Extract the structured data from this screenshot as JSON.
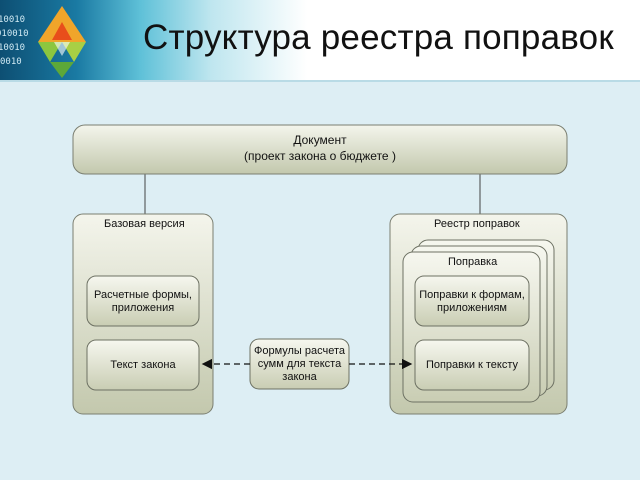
{
  "title": "Структура реестра поправок",
  "diagram": {
    "document_line1": "Документ",
    "document_line2": "(проект закона о бюджете )",
    "base_version": "Базовая версия",
    "calc_forms_line1": "Расчетные формы,",
    "calc_forms_line2": "приложения",
    "law_text": "Текст закона",
    "formulas_line1": "Формулы расчета",
    "formulas_line2": "сумм для текста",
    "formulas_line3": "закона",
    "registry": "Реестр поправок",
    "amendment": "Поправка",
    "amend_forms_line1": "Поправки к формам,",
    "amend_forms_line2": "приложениям",
    "amend_text": "Поправки к тексту"
  },
  "colors": {
    "box_fill_top": "#f3f4ea",
    "box_fill_bottom": "#c4c9ae",
    "box_stroke": "#7a7e70",
    "background": "#ddeef4"
  }
}
